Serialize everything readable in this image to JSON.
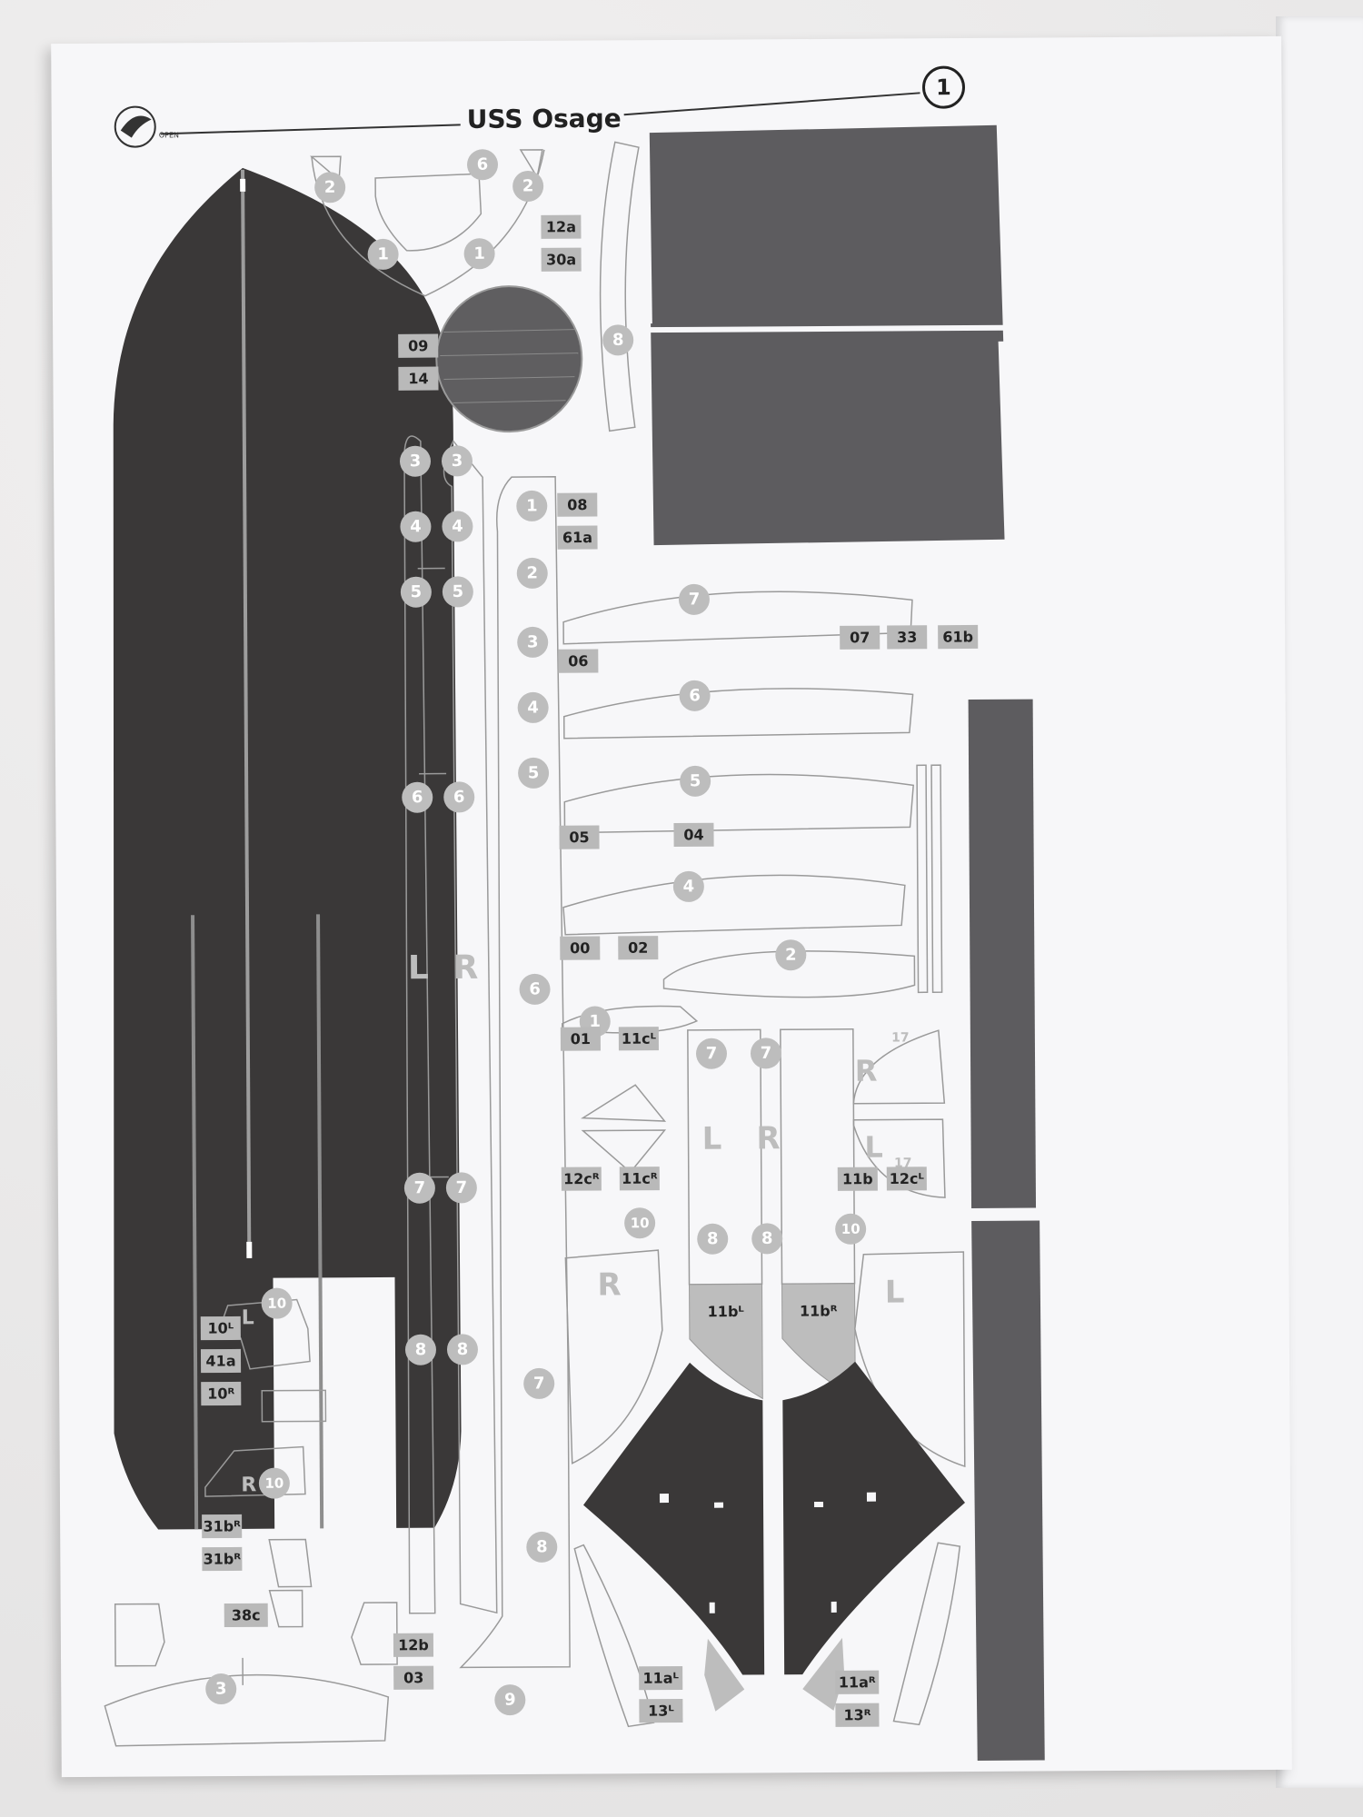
{
  "header": {
    "title": "USS Osage",
    "page_number": "1",
    "logo_text": "OPEN"
  },
  "colors": {
    "dark_part": "#3a3838",
    "mid_part": "#5d5c5f",
    "label_box": "#b9b9b9",
    "circle_badge": "#bdbdbd",
    "outline": "#9a9a9a"
  },
  "labels": {
    "l12a": "12a",
    "l30a": "30a",
    "l09": "09",
    "l14": "14",
    "l08": "08",
    "l61a": "61a",
    "l07": "07",
    "l33": "33",
    "l61b": "61b",
    "l06": "06",
    "l05": "05",
    "l04": "04",
    "l00": "00",
    "l02": "02",
    "l01": "01",
    "l11cL": "11cᴸ",
    "l12cR": "12cᴿ",
    "l11cR": "11cᴿ",
    "l11b": "11b",
    "l12cL": "12cᴸ",
    "l10L": "10ᴸ",
    "l41a": "41a",
    "l10R": "10ᴿ",
    "l31bR1": "31bᴿ",
    "l31bR2": "31bᴿ",
    "l38c": "38c",
    "l12b": "12b",
    "l03": "03",
    "l11aL": "11aᴸ",
    "l13L": "13ᴸ",
    "l11aR": "11aᴿ",
    "l13R": "13ᴿ",
    "l11bL": "11bᴸ",
    "l11bR": "11bᴿ"
  },
  "numbers": {
    "n1": "1",
    "n2": "2",
    "n3": "3",
    "n4": "4",
    "n5": "5",
    "n6": "6",
    "n7": "7",
    "n8": "8",
    "n9": "9",
    "n10": "10"
  },
  "letters": {
    "L": "L",
    "R": "R",
    "n17": "17"
  }
}
